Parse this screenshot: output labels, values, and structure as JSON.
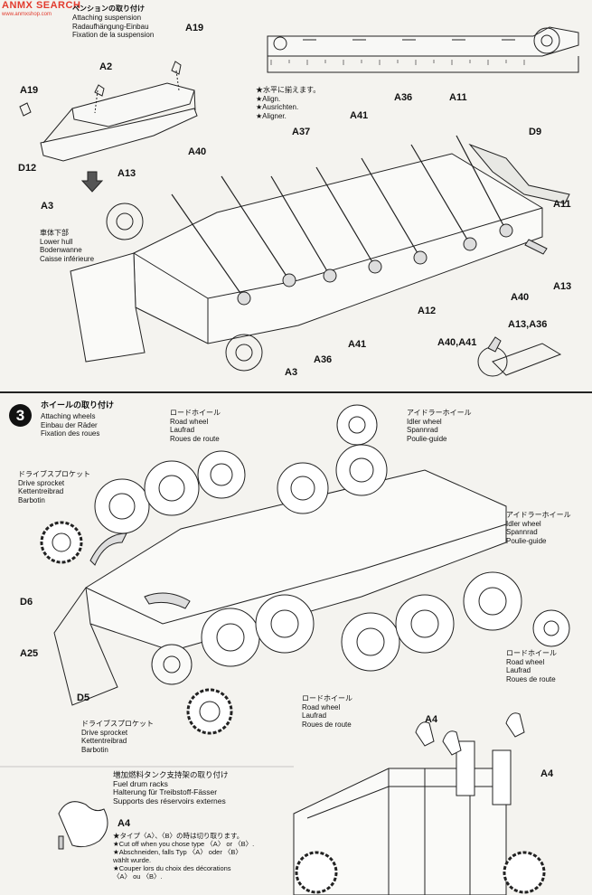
{
  "watermark": {
    "text": "ANMX SEARCH",
    "sub": "www.anmxshop.com"
  },
  "step2": {
    "title_lines": [
      "Attaching suspension",
      "Radaufhängung-Einbau",
      "Fixation de la suspension"
    ],
    "title_jp_suffix": "ペンションの取り付け",
    "align_note": [
      "★水平に揃えます。",
      "★Align.",
      "★Ausrichten.",
      "★Aligner."
    ],
    "lower_hull": [
      "車体下部",
      "Lower hull",
      "Bodenwanne",
      "Caisse inférieure"
    ],
    "parts": {
      "a19_top": "A19",
      "a2": "A2",
      "a19_left": "A19",
      "d12": "D12",
      "a13_left": "A13",
      "a40_top": "A40",
      "a37": "A37",
      "a3_left": "A3",
      "a36_top": "A36",
      "a11_top": "A11",
      "a41_top": "A41",
      "d9": "D9",
      "a11_right": "A11",
      "a40_right": "A40",
      "a13_right": "A13",
      "a12": "A12",
      "a41_mid": "A41",
      "a36_mid": "A36",
      "a3_bottom": "A3",
      "a13_a36": "A13,A36",
      "a40_a41": "A40,A41"
    }
  },
  "step3": {
    "number": "3",
    "title_jp": "ホイールの取り付け",
    "title_lines": [
      "Attaching wheels",
      "Einbau der Räder",
      "Fixation des roues"
    ],
    "road_wheel_top": [
      "ロードホイール",
      "Road wheel",
      "Laufrad",
      "Roues de route"
    ],
    "idler_top": [
      "アイドラーホイール",
      "Idler wheel",
      "Spannrad",
      "Poulie-guide"
    ],
    "sprocket_left": [
      "ドライブスプロケット",
      "Drive sprocket",
      "Kettentreibrad",
      "Barbotin"
    ],
    "idler_right": [
      "アイドラーホイール",
      "Idler wheel",
      "Spannrad",
      "Poulie-guide"
    ],
    "road_wheel_right": [
      "ロードホイール",
      "Road wheel",
      "Laufrad",
      "Roues de route"
    ],
    "road_wheel_bottom": [
      "ロードホイール",
      "Road wheel",
      "Laufrad",
      "Roues de route"
    ],
    "sprocket_bottom": [
      "ドライブスプロケット",
      "Drive sprocket",
      "Kettentreibrad",
      "Barbotin"
    ],
    "parts": {
      "d6": "D6",
      "a25": "A25",
      "d5": "D5"
    }
  },
  "fuel_racks": {
    "title_lines": [
      "増加燃料タンク支持架の取り付け",
      "Fuel drum racks",
      "Halterung für Treibstoff-Fässer",
      "Supports des réservoirs externes"
    ],
    "a4_left": "A4",
    "note_lines": [
      "★タイプ〈A〉、〈B〉の時は切り取ります。",
      "★Cut off when you chose type 〈A〉 or 〈B〉.",
      "★Abschneiden, falls Typ 〈A〉 oder 〈B〉",
      "   wählt wurde.",
      "★Couper lors du choix des décorations",
      "   〈A〉 ou 〈B〉."
    ],
    "a4_top": "A4",
    "a4_right": "A4"
  }
}
